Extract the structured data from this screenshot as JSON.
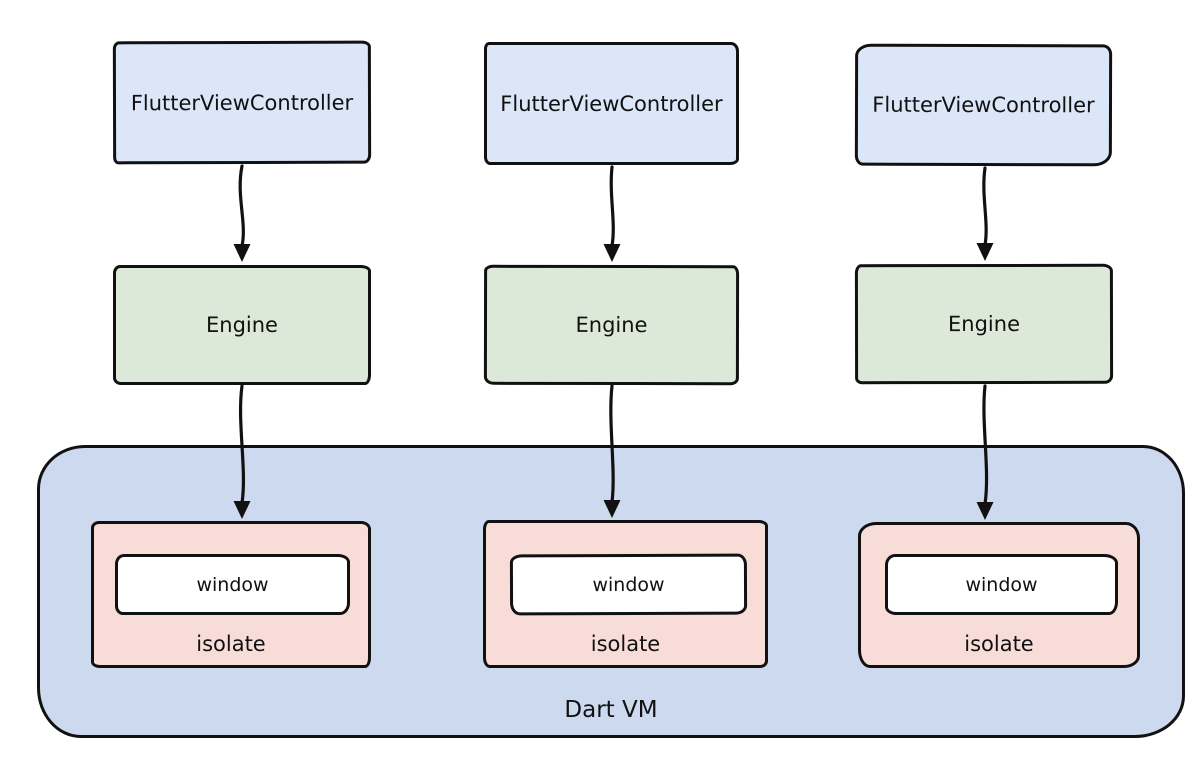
{
  "diagram": {
    "type": "architecture-diagram",
    "vm": {
      "label": "Dart VM"
    },
    "columns": [
      {
        "controller_label": "FlutterViewController",
        "engine_label": "Engine",
        "window_label": "window",
        "isolate_label": "isolate"
      },
      {
        "controller_label": "FlutterViewController",
        "engine_label": "Engine",
        "window_label": "window",
        "isolate_label": "isolate"
      },
      {
        "controller_label": "FlutterViewController",
        "engine_label": "Engine",
        "window_label": "window",
        "isolate_label": "isolate"
      }
    ],
    "edges": [
      {
        "from": "FlutterViewController-1",
        "to": "Engine-1"
      },
      {
        "from": "FlutterViewController-2",
        "to": "Engine-2"
      },
      {
        "from": "FlutterViewController-3",
        "to": "Engine-3"
      },
      {
        "from": "Engine-1",
        "to": "isolate-1"
      },
      {
        "from": "Engine-2",
        "to": "isolate-2"
      },
      {
        "from": "Engine-3",
        "to": "isolate-3"
      }
    ],
    "colors": {
      "controller_fill": "#dbe6f8",
      "engine_fill": "#dde9d8",
      "isolate_fill": "#f8dcd7",
      "window_fill": "#ffffff",
      "vm_fill": "#ccd9ee",
      "stroke": "#111111",
      "background": "#ffffff"
    }
  }
}
